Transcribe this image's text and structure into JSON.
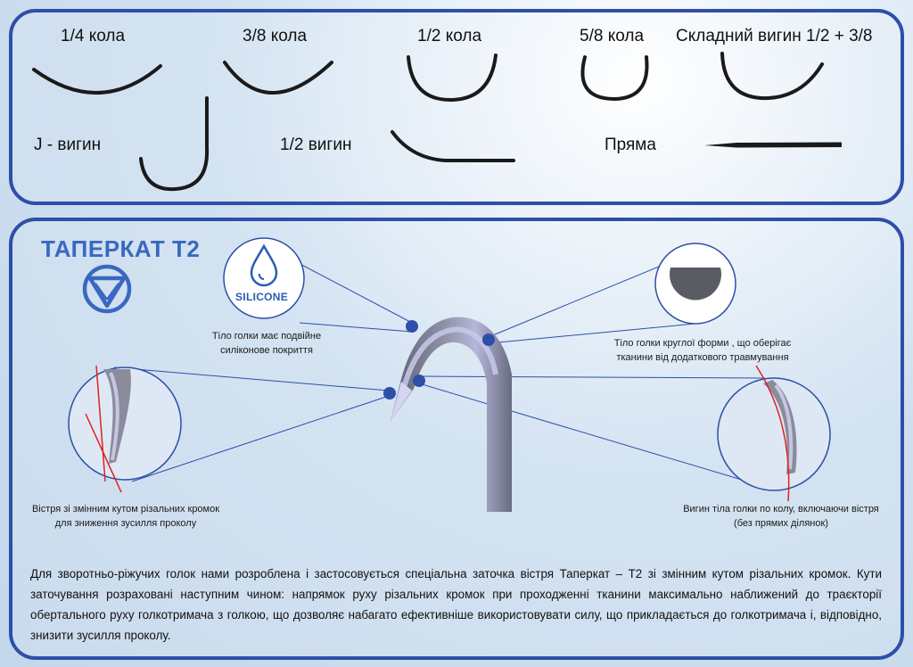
{
  "header": {
    "shapes": [
      {
        "label": "1/4 кола"
      },
      {
        "label": "3/8 кола"
      },
      {
        "label": "1/2 кола"
      },
      {
        "label": "5/8 кола"
      },
      {
        "label": "Складний вигин 1/2 + 3/8"
      },
      {
        "label": "J - вигин"
      },
      {
        "label": "1/2 вигин"
      },
      {
        "label": "Пряма"
      }
    ]
  },
  "brand": {
    "title": "ТАПЕРКАТ Т2",
    "logo_icon": "triangle-down-circle-icon"
  },
  "silicone_badge": {
    "text": "SILICONE",
    "icon": "drop-icon"
  },
  "callouts": {
    "silicone": "Тіло голки має подвійне силіконове покриття",
    "round_body": "Тіло голки круглої форми , що оберігає тканини від додаткового травмування",
    "tip": "Вістря зі змінним кутом різальних кромок для зниження зусилля проколу",
    "curve": "Вигин тіла голки по колу, включаючи вістря (без прямих ділянок)"
  },
  "description": "Для зворотньо-ріжучих голок нами розроблена і застосовується спеціальна заточка вістря Таперкат – Т2 зі змінним кутом різальних кромок. Кути заточування розраховані наступним чином: напрямок руху різальних кромок при проходженні тканини максимально наближений до траєкторії обертального руху голкотримача з голкою, що дозволяє набагато ефективніше використовувати силу, що прикладається до голкотримача і, відповідно, знизити зусилля проколу.",
  "colors": {
    "border": "#2d4fa8",
    "brand": "#3a68c0",
    "dot": "#2d4fa8",
    "needle": "#7f8297",
    "accent_red": "#e02020"
  }
}
